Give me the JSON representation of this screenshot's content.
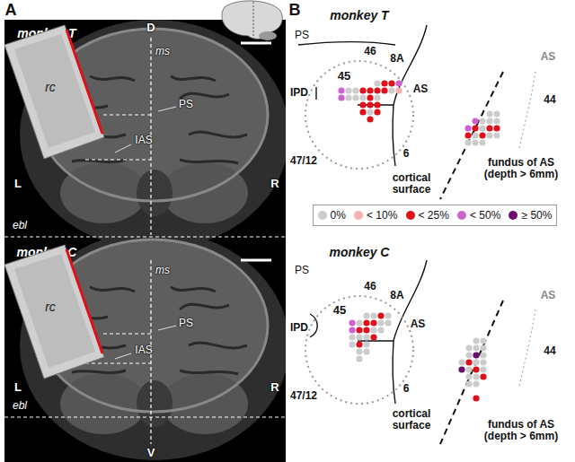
{
  "diagram": {
    "nodes": [
      {
        "text": [
          "rc"
        ]
      },
      {
        "text": [
          "rc"
        ]
      }
    ],
    "labels": [
      "A",
      "monkey T",
      "ms",
      "D",
      "PS",
      "IAS",
      "L",
      "R",
      "ebl",
      "monkey C",
      "ms",
      "PS",
      "IAS",
      "L",
      "R",
      "ebl",
      "V",
      "B",
      "monkey T",
      "PS",
      "46",
      "8A",
      "IPD",
      "45",
      "AS",
      "47/12",
      "6",
      "cortical surface",
      "44",
      "AS",
      "fundus of AS (depth > 6mm)",
      "monkey C",
      "PS",
      "46",
      "8A",
      "AS",
      "IPD",
      "45",
      "6",
      "47/12",
      "cortical surface",
      "44",
      "AS",
      "fundus of AS (depth > 6mm)"
    ],
    "legend": [
      {
        "text": "0%",
        "color": "#cccccc"
      },
      {
        "text": "< 10%",
        "color": "#f4b0b0"
      },
      {
        "text": "< 25%",
        "color": "#e0101a"
      },
      {
        "text": "< 50%",
        "color": "#d060d0"
      },
      {
        "text": "≥ 50%",
        "color": "#6a0f6e"
      }
    ]
  }
}
